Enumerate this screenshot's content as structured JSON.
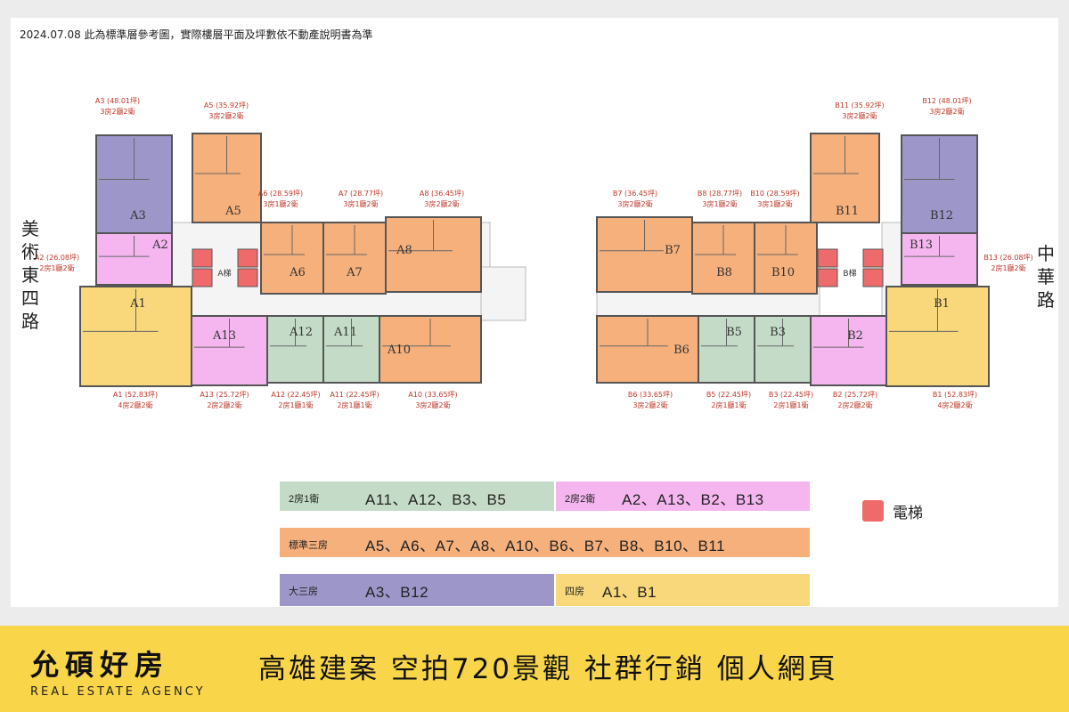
{
  "note": "2024.07.08 此為標準層參考圖，實際樓層平面及坪數依不動產說明書為準",
  "roads": {
    "left": "美術東四路",
    "right": "中華路"
  },
  "elevators": {
    "a": "A梯",
    "b": "B梯"
  },
  "colors": {
    "two_bed_one_bath": "#c4dcc7",
    "two_bed_two_bath": "#f5b6f0",
    "standard_three": "#f6b07c",
    "large_three": "#9d96c9",
    "four_room": "#f8d87a",
    "elevator": "#ef6b6b"
  },
  "units": {
    "A1": {
      "label": "A1",
      "caption1": "A1 (52.83坪)",
      "caption2": "4房2廳2衛"
    },
    "A2": {
      "label": "A2",
      "caption1": "A2 (26.08坪)",
      "caption2": "2房1廳2衛"
    },
    "A3": {
      "label": "A3",
      "caption1": "A3 (48.01坪)",
      "caption2": "3房2廳2衛"
    },
    "A5": {
      "label": "A5",
      "caption1": "A5 (35.92坪)",
      "caption2": "3房2廳2衛"
    },
    "A6": {
      "label": "A6",
      "caption1": "A6 (28.59坪)",
      "caption2": "3房1廳2衛"
    },
    "A7": {
      "label": "A7",
      "caption1": "A7 (28.77坪)",
      "caption2": "3房1廳2衛"
    },
    "A8": {
      "label": "A8",
      "caption1": "A8 (36.45坪)",
      "caption2": "3房2廳2衛"
    },
    "A10": {
      "label": "A10",
      "caption1": "A10 (33.65坪)",
      "caption2": "3房2廳2衛"
    },
    "A11": {
      "label": "A11",
      "caption1": "A11 (22.45坪)",
      "caption2": "2房1廳1衛"
    },
    "A12": {
      "label": "A12",
      "caption1": "A12 (22.45坪)",
      "caption2": "2房1廳1衛"
    },
    "A13": {
      "label": "A13",
      "caption1": "A13 (25.72坪)",
      "caption2": "2房2廳2衛"
    },
    "B1": {
      "label": "B1",
      "caption1": "B1 (52.83坪)",
      "caption2": "4房2廳2衛"
    },
    "B2": {
      "label": "B2",
      "caption1": "B2 (25.72坪)",
      "caption2": "2房2廳2衛"
    },
    "B3": {
      "label": "B3",
      "caption1": "B3 (22.45坪)",
      "caption2": "2房1廳1衛"
    },
    "B5": {
      "label": "B5",
      "caption1": "B5 (22.45坪)",
      "caption2": "2房1廳1衛"
    },
    "B6": {
      "label": "B6",
      "caption1": "B6 (33.65坪)",
      "caption2": "3房2廳2衛"
    },
    "B7": {
      "label": "B7",
      "caption1": "B7 (36.45坪)",
      "caption2": "3房2廳2衛"
    },
    "B8": {
      "label": "B8",
      "caption1": "B8 (28.77坪)",
      "caption2": "3房1廳2衛"
    },
    "B10": {
      "label": "B10",
      "caption1": "B10 (28.59坪)",
      "caption2": "3房1廳2衛"
    },
    "B11": {
      "label": "B11",
      "caption1": "B11 (35.92坪)",
      "caption2": "3房2廳2衛"
    },
    "B12": {
      "label": "B12",
      "caption1": "B12 (48.01坪)",
      "caption2": "3房2廳2衛"
    },
    "B13": {
      "label": "B13",
      "caption1": "B13 (26.08坪)",
      "caption2": "2房1廳2衛"
    }
  },
  "legend": {
    "two_bed_one_bath": {
      "title": "2房1衛",
      "units": "A11、A12、B3、B5"
    },
    "two_bed_two_bath": {
      "title": "2房2衛",
      "units": "A2、A13、B2、B13"
    },
    "standard_three": {
      "title": "標準三房",
      "units": "A5、A6、A7、A8、A10、B6、B7、B8、B10、B11"
    },
    "large_three": {
      "title": "大三房",
      "units": "A3、B12"
    },
    "four_room": {
      "title": "四房",
      "units": "A1、B1"
    },
    "elevator": "電梯"
  },
  "footer": {
    "brand": "允碩好房",
    "agency": "REAL ESTATE AGENCY",
    "tagline": "高雄建案 空拍720景觀  社群行銷  個人網頁"
  }
}
